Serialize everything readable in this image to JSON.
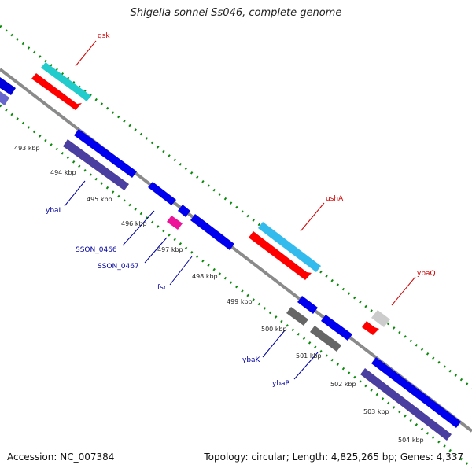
{
  "title": "Shigella sonnei Ss046, complete genome",
  "accession": "Accession: NC_007384",
  "topology": "Topology: circular; Length: 4,825,265 bp; Genes: 4,337",
  "colors": {
    "backbone": "#8a8a8a",
    "tick_dots": "#0a8a0a",
    "red_label": "#d00000",
    "blue_label": "#0000a0"
  },
  "kbp_labels": [
    "493 kbp",
    "494 kbp",
    "495 kbp",
    "496 kbp",
    "497 kbp",
    "498 kbp",
    "499 kbp",
    "500 kbp",
    "501 kbp",
    "502 kbp",
    "503 kbp",
    "504 kbp"
  ],
  "genes_forward": [
    "gsk",
    "ushA",
    "ybaQ"
  ],
  "genes_reverse": [
    "ybaL",
    "SSON_0466",
    "SSON_0467",
    "fsr",
    "ybaK",
    "ybaP"
  ]
}
